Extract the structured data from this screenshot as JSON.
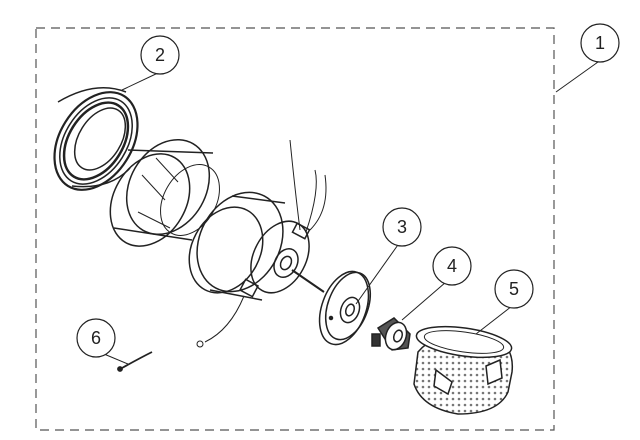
{
  "callouts": [
    {
      "label": "1"
    },
    {
      "label": "2"
    },
    {
      "label": "3"
    },
    {
      "label": "4"
    },
    {
      "label": "5"
    },
    {
      "label": "6"
    }
  ],
  "colors": {
    "line": "#222222",
    "dash": "#555555",
    "filter_dots": "#777777"
  }
}
